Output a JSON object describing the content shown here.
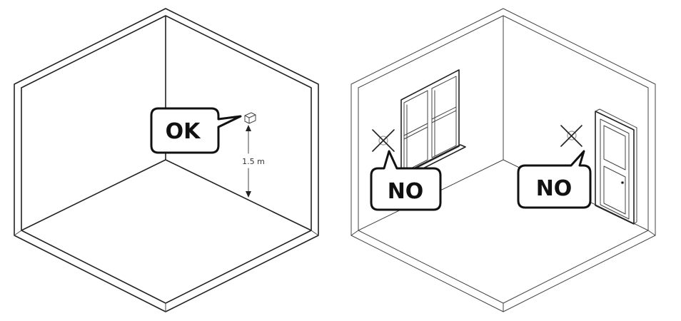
{
  "left_room": {
    "callout_ok": "OK",
    "measure_label": "1.5 m"
  },
  "right_room": {
    "callout_window": "NO",
    "callout_door": "NO"
  },
  "icons": {
    "thermostat": "thermostat-device-icon",
    "cross_window": "cross-mark-icon",
    "cross_door": "cross-mark-icon",
    "arrow_up": "arrow-up-icon",
    "arrow_down": "arrow-down-icon"
  },
  "colors": {
    "line": "#222222",
    "bubble_fill": "#ffffff",
    "bubble_stroke": "#111111"
  }
}
